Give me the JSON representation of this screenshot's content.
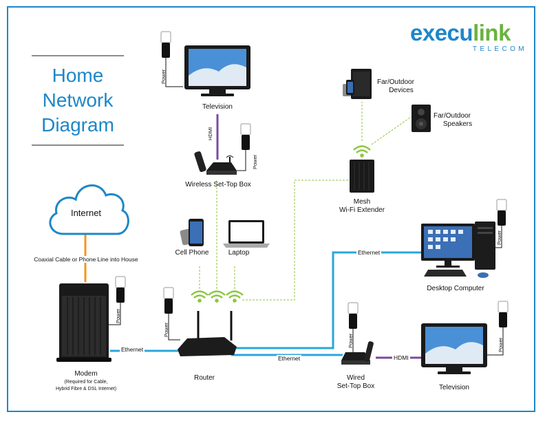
{
  "title": {
    "line1": "Home",
    "line2": "Network",
    "line3": "Diagram"
  },
  "logo": {
    "word_part1": "execu",
    "word_part2": "link",
    "subtitle": "TELECOM",
    "color_primary": "#1d87c8",
    "color_accent": "#6ab43e"
  },
  "colors": {
    "ethernet": "#29a6dd",
    "hdmi": "#7b4a9e",
    "wifi": "#8cc63f",
    "coax": "#f7941d",
    "frame": "#1d87c8"
  },
  "nodes": {
    "internet": "Internet",
    "coax_label": "Coaxial Cable or Phone Line into House",
    "modem": "Modem",
    "modem_note_1": "(Required for Cable,",
    "modem_note_2": "Hybrid Fibre & DSL Internet)",
    "router": "Router",
    "tv_top": "Television",
    "wireless_stb": "Wireless Set-Top Box",
    "cell_phone": "Cell Phone",
    "laptop": "Laptop",
    "far_devices_1": "Far/Outdoor",
    "far_devices_2": "Devices",
    "far_speakers_1": "Far/Outdoor",
    "far_speakers_2": "Speakers",
    "mesh_1": "Mesh",
    "mesh_2": "Wi-Fi Extender",
    "desktop": "Desktop Computer",
    "wired_stb_1": "Wired",
    "wired_stb_2": "Set-Top Box",
    "tv_bottom": "Television"
  },
  "links": {
    "ethernet_modem_router": "Ethernet",
    "ethernet_router_stb": "Ethernet",
    "ethernet_router_desktop": "Ethernet",
    "hdmi_top": "HDMI",
    "hdmi_bottom": "HDMI",
    "power": "Power"
  }
}
